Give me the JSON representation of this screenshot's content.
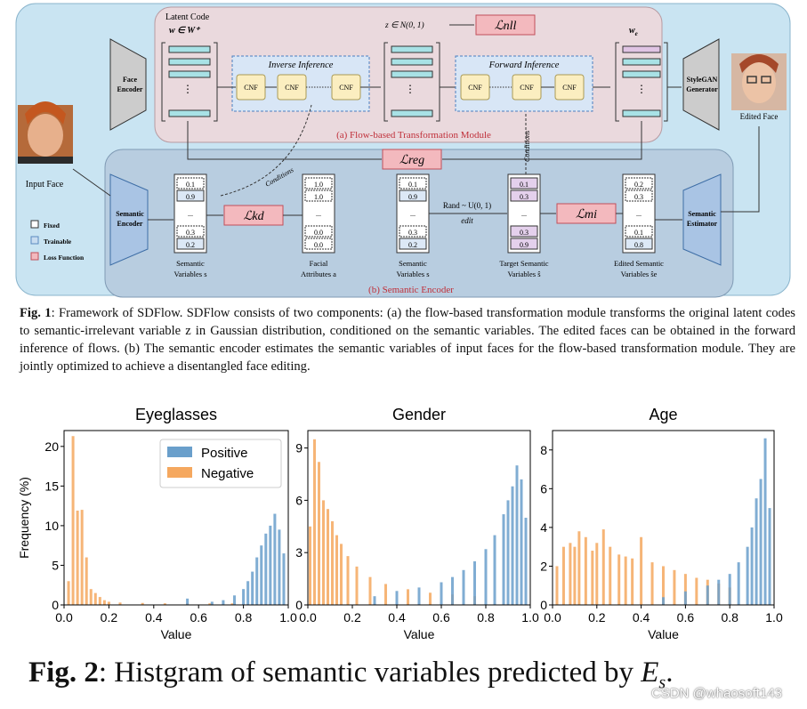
{
  "figure1": {
    "labels": {
      "latent_code": "Latent Code",
      "w_space": "w ∈ W⁺",
      "z_dist": "z ∈ N(0, 1)",
      "l_nll": "ℒnll",
      "w_e": "w",
      "w_e_sub": "e",
      "face_encoder_1": "Face",
      "face_encoder_2": "Encoder",
      "inverse_inference": "Inverse Inference",
      "forward_inference": "Forward Inference",
      "cnf": "CNF",
      "stylegan_1": "StyleGAN",
      "stylegan_2": "Generator",
      "edited_face": "Edited Face",
      "input_face": "Input Face",
      "module_a": "(a) Flow-based Transformation Module",
      "module_b": "(b) Semantic Encoder",
      "l_reg": "ℒreg",
      "l_kd": "ℒkd",
      "l_mi": "ℒmi",
      "conditions": "Conditions",
      "semantic_encoder_1": "Semantic",
      "semantic_encoder_2": "Encoder",
      "semantic_estimator_1": "Semantic",
      "semantic_estimator_2": "Estimator",
      "rand": "Rand ~ U(0, 1)",
      "edit": "edit",
      "legend_fixed": "Fixed",
      "legend_trainable": "Trainable",
      "legend_loss": "Loss Function",
      "sv1_1": "Semantic",
      "sv1_2": "Variables s",
      "fa_1": "Facial",
      "fa_2": "Attributes a",
      "sv2_1": "Semantic",
      "sv2_2": "Variables s",
      "ts_1": "Target Semantic",
      "ts_2": "Variables ŝ",
      "es_1": "Edited Semantic",
      "es_2": "Variables ŝe"
    },
    "vectors": {
      "semantic_s": [
        "0.1",
        "0.9",
        "...",
        "0.3",
        "0.2"
      ],
      "facial_a": [
        "1.0",
        "1.0",
        "...",
        "0.0",
        "0.0"
      ],
      "semantic_s2": [
        "0.1",
        "0.9",
        "...",
        "0.3",
        "0.2"
      ],
      "target_s": [
        "0.1",
        "0.3",
        "...",
        "0.3",
        "0.9"
      ],
      "edited_s": [
        "0.2",
        "0.3",
        "...",
        "0.1",
        "0.8"
      ]
    },
    "caption_label": "Fig. 1",
    "caption": ": Framework of SDFlow. SDFlow consists of two components: (a) the flow-based transformation module transforms the original latent codes to semantic-irrelevant variable z in Gaussian distribution, conditioned on the semantic variables. The edited faces can be obtained in the forward inference of flows. (b) The semantic encoder estimates the semantic variables of input faces for the flow-based transformation module. They are jointly optimized to achieve a disentangled face editing."
  },
  "figure2": {
    "caption_label": "Fig. 2",
    "caption": ": Histgram of semantic variables predicted by ",
    "caption_symbol": "E",
    "caption_sub": "s",
    "caption_end": ".",
    "watermark": "CSDN @whaosoft143"
  },
  "colors": {
    "positive": "#6a9fcb",
    "negative": "#f5a85f"
  },
  "chart_data": [
    {
      "type": "bar",
      "title": "Eyeglasses",
      "xlabel": "Value",
      "ylabel": "Frequency (%)",
      "xlim": [
        0,
        1
      ],
      "ylim": [
        0,
        22
      ],
      "yticks": [
        0,
        5,
        10,
        15,
        20
      ],
      "xticks": [
        0.0,
        0.2,
        0.4,
        0.6,
        0.8,
        1.0
      ],
      "legend": "top-center",
      "series": [
        {
          "name": "Positive",
          "x": [
            0.55,
            0.66,
            0.71,
            0.76,
            0.8,
            0.82,
            0.84,
            0.86,
            0.88,
            0.9,
            0.92,
            0.94,
            0.96,
            0.98
          ],
          "values": [
            0.8,
            0.4,
            0.6,
            1.2,
            2.0,
            3.0,
            4.2,
            6.0,
            7.5,
            9.0,
            10.0,
            11.5,
            9.5,
            6.5
          ]
        },
        {
          "name": "Negative",
          "x": [
            0.02,
            0.04,
            0.06,
            0.08,
            0.1,
            0.12,
            0.14,
            0.16,
            0.18,
            0.2,
            0.25,
            0.35,
            0.45,
            0.55,
            0.65,
            0.75
          ],
          "values": [
            3.0,
            21.3,
            11.9,
            12.0,
            6.0,
            2.0,
            1.5,
            1.0,
            0.6,
            0.4,
            0.3,
            0.25,
            0.2,
            0.2,
            0.2,
            0.2
          ]
        }
      ]
    },
    {
      "type": "bar",
      "title": "Gender",
      "xlabel": "Value",
      "xlim": [
        0,
        1
      ],
      "ylim": [
        0,
        10
      ],
      "yticks": [
        0,
        3,
        6,
        9
      ],
      "xticks": [
        0.0,
        0.2,
        0.4,
        0.6,
        0.8,
        1.0
      ],
      "series": [
        {
          "name": "Positive",
          "x": [
            0.3,
            0.4,
            0.5,
            0.6,
            0.65,
            0.7,
            0.75,
            0.8,
            0.84,
            0.88,
            0.9,
            0.92,
            0.94,
            0.96,
            0.98
          ],
          "values": [
            0.5,
            0.8,
            1.0,
            1.3,
            1.6,
            2.0,
            2.5,
            3.2,
            4.0,
            5.2,
            6.0,
            6.8,
            8.0,
            7.2,
            5.0
          ]
        },
        {
          "name": "Negative",
          "x": [
            0.01,
            0.03,
            0.05,
            0.07,
            0.09,
            0.11,
            0.13,
            0.15,
            0.18,
            0.22,
            0.28,
            0.35,
            0.45,
            0.55,
            0.65,
            0.75
          ],
          "values": [
            4.5,
            9.5,
            8.2,
            6.0,
            5.5,
            4.8,
            4.0,
            3.5,
            2.8,
            2.2,
            1.6,
            1.2,
            0.9,
            0.7,
            0.6,
            0.5
          ]
        }
      ]
    },
    {
      "type": "bar",
      "title": "Age",
      "xlabel": "Value",
      "xlim": [
        0,
        1
      ],
      "ylim": [
        0,
        9
      ],
      "yticks": [
        0,
        2,
        4,
        6,
        8
      ],
      "xticks": [
        0.0,
        0.2,
        0.4,
        0.6,
        0.8,
        1.0
      ],
      "series": [
        {
          "name": "Positive",
          "x": [
            0.5,
            0.6,
            0.7,
            0.75,
            0.8,
            0.84,
            0.88,
            0.9,
            0.92,
            0.94,
            0.96,
            0.98
          ],
          "values": [
            0.4,
            0.7,
            1.0,
            1.3,
            1.6,
            2.2,
            3.0,
            4.0,
            5.5,
            6.5,
            8.6,
            5.0
          ]
        },
        {
          "name": "Negative",
          "x": [
            0.02,
            0.05,
            0.08,
            0.1,
            0.12,
            0.15,
            0.18,
            0.2,
            0.23,
            0.26,
            0.3,
            0.33,
            0.36,
            0.4,
            0.45,
            0.5,
            0.55,
            0.6,
            0.65,
            0.7,
            0.75,
            0.8
          ],
          "values": [
            2.0,
            3.0,
            3.2,
            3.0,
            3.8,
            3.5,
            2.8,
            3.2,
            3.9,
            3.0,
            2.6,
            2.5,
            2.4,
            3.5,
            2.2,
            2.0,
            1.8,
            1.6,
            1.4,
            1.3,
            1.1,
            0.9
          ]
        }
      ]
    }
  ]
}
